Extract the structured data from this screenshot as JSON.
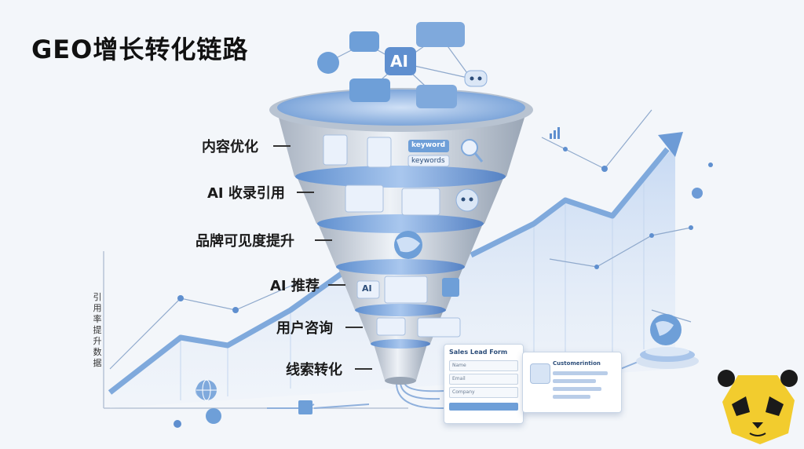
{
  "title": "GEO增长转化链路",
  "y_axis_label": "引用率提升数据",
  "funnel": {
    "stages": [
      {
        "label": "内容优化"
      },
      {
        "label": "AI 收录引用"
      },
      {
        "label": "品牌可见度提升"
      },
      {
        "label": "AI 推荐"
      },
      {
        "label": "用户咨询"
      },
      {
        "label": "线索转化"
      }
    ],
    "top_bubble_text": "AI",
    "keyword_tags": [
      "keyword",
      "keywords"
    ],
    "recommend_tag": "AI"
  },
  "lead_form": {
    "title": "Sales Lead Form",
    "fields": [
      "Name",
      "Email",
      "Company"
    ]
  },
  "customer_card": {
    "title": "Customerintion"
  },
  "colors": {
    "accent": "#4a86d4",
    "funnel_silver": "#c9d2de",
    "funnel_blue": "#8fb4e3",
    "chart_line": "#7fa9dc",
    "background": "#f3f6fa"
  }
}
